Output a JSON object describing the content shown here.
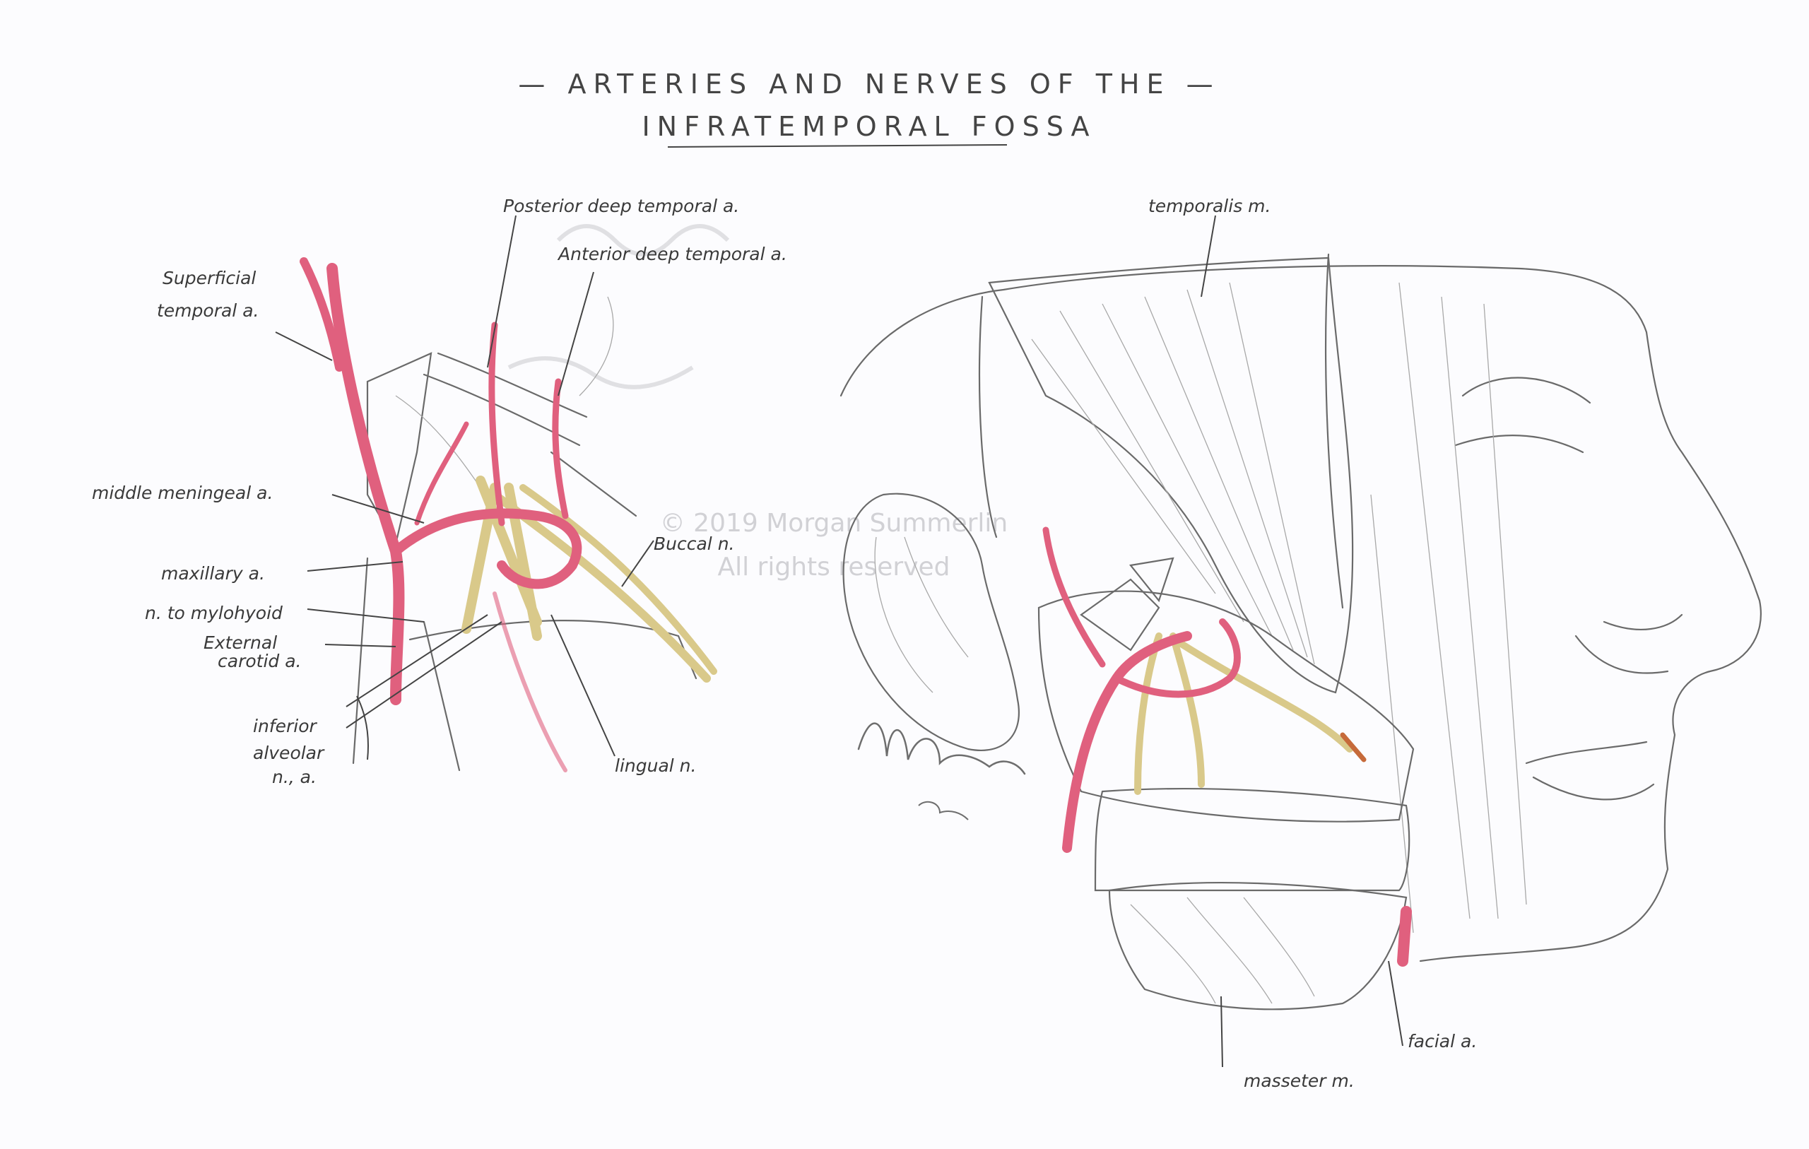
{
  "title": {
    "line1": "— ARTERIES AND NERVES OF THE —",
    "line2": "INFRATEMPORAL FOSSA"
  },
  "labels": {
    "superficial_temporal_1": "Superficial",
    "superficial_temporal_2": "temporal a.",
    "posterior_deep_temporal": "Posterior deep temporal a.",
    "anterior_deep_temporal": "Anterior deep temporal a.",
    "middle_meningeal": "middle meningeal a.",
    "maxillary": "maxillary a.",
    "n_to_mylohyoid": "n. to mylohyoid",
    "external_carotid_1": "External",
    "external_carotid_2": "carotid a.",
    "inferior_alveolar_1": "inferior",
    "inferior_alveolar_2": "alveolar",
    "inferior_alveolar_3": "n., a.",
    "buccal": "Buccal n.",
    "lingual": "lingual n.",
    "temporalis": "temporalis m.",
    "masseter": "masseter m.",
    "facial_artery": "facial a."
  },
  "watermark": {
    "line1": "© 2019 Morgan Summerlin",
    "line2": "All rights reserved"
  },
  "colors": {
    "artery": "#e0607e",
    "nerve": "#d9c98a",
    "pencil": "#6a6a6a",
    "paper": "#fcfcfe"
  }
}
